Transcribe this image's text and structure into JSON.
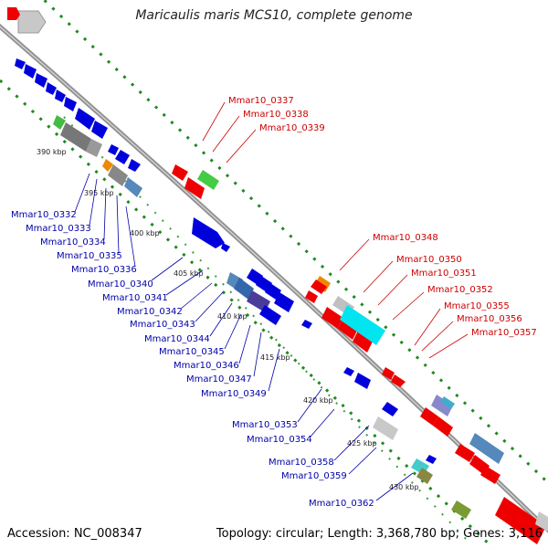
{
  "title": "Maricaulis maris MCS10, complete genome",
  "footer": {
    "accession": "Accession: NC_008347",
    "topology": "Topology: circular; Length: 3,368,780 bp; Genes: 3,116"
  },
  "colors": {
    "forward": "#ee0000",
    "reverse": "#0000dd",
    "gc_marks": "#1f8a1f",
    "backbone": "#8f8f8f",
    "forward_label": "#cc0000",
    "reverse_label": "#0000aa"
  },
  "scale_labels": [
    "390 kbp",
    "395 kbp",
    "400 kbp",
    "405 kbp",
    "410 kbp",
    "415 kbp",
    "420 kbp",
    "425 kbp",
    "430 kbp"
  ],
  "forward_genes": [
    "Mmar10_0337",
    "Mmar10_0338",
    "Mmar10_0339",
    "Mmar10_0348",
    "Mmar10_0350",
    "Mmar10_0351",
    "Mmar10_0352",
    "Mmar10_0355",
    "Mmar10_0356",
    "Mmar10_0357"
  ],
  "reverse_genes": [
    "Mmar10_0332",
    "Mmar10_0333",
    "Mmar10_0334",
    "Mmar10_0335",
    "Mmar10_0336",
    "Mmar10_0340",
    "Mmar10_0341",
    "Mmar10_0342",
    "Mmar10_0343",
    "Mmar10_0344",
    "Mmar10_0345",
    "Mmar10_0346",
    "Mmar10_0347",
    "Mmar10_0349",
    "Mmar10_0353",
    "Mmar10_0354",
    "Mmar10_0358",
    "Mmar10_0359",
    "Mmar10_0362"
  ]
}
